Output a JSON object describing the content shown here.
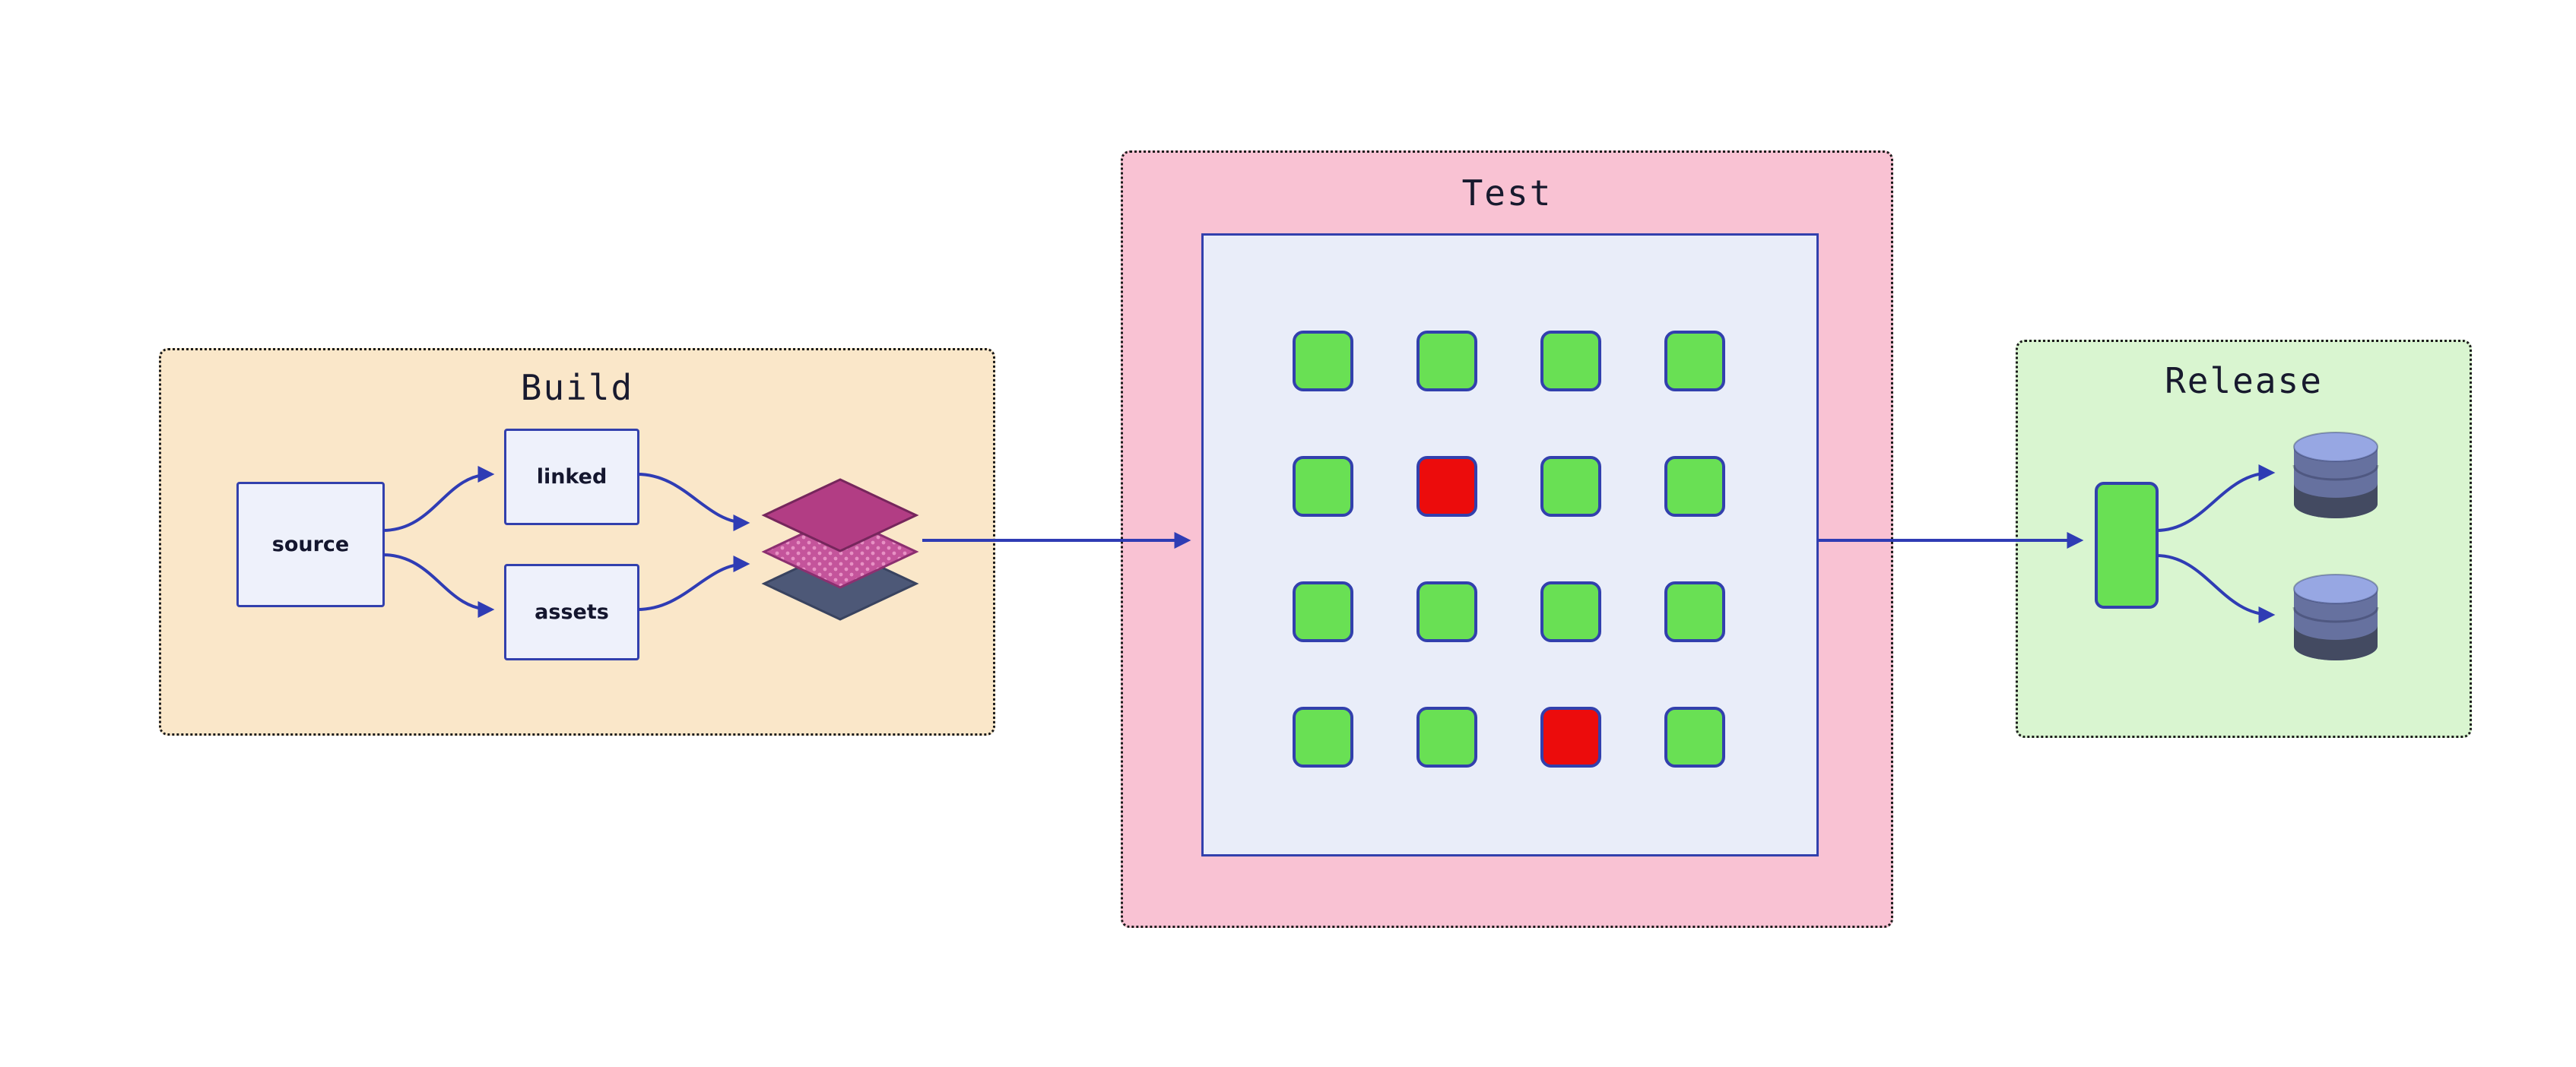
{
  "sections": {
    "build": {
      "label": "Build",
      "background": "#fae7c9",
      "nodes": [
        {
          "id": "source",
          "label": "source"
        },
        {
          "id": "linked",
          "label": "linked"
        },
        {
          "id": "assets",
          "label": "assets"
        }
      ],
      "icon": "layers-stack"
    },
    "test": {
      "label": "Test",
      "background": "#f9c2d3",
      "grid": {
        "rows": 4,
        "cols": 4,
        "statuses": [
          "green",
          "green",
          "green",
          "green",
          "green",
          "red",
          "green",
          "green",
          "green",
          "green",
          "green",
          "green",
          "green",
          "green",
          "red",
          "green"
        ],
        "colors": {
          "green": "#69e054",
          "red": "#ec0c0c"
        }
      }
    },
    "release": {
      "label": "Release",
      "background": "#d9f5d0",
      "targets": [
        "database-1",
        "database-2"
      ]
    }
  },
  "edges": [
    {
      "from": "source",
      "to": "linked"
    },
    {
      "from": "source",
      "to": "assets"
    },
    {
      "from": "linked",
      "to": "layers-stack"
    },
    {
      "from": "assets",
      "to": "layers-stack"
    },
    {
      "from": "build",
      "to": "test"
    },
    {
      "from": "test",
      "to": "release"
    },
    {
      "from": "release-artifact",
      "to": "database-1"
    },
    {
      "from": "release-artifact",
      "to": "database-2"
    }
  ],
  "colors": {
    "arrow": "#2f3cb4",
    "panel-border": "#1b1b1b",
    "title-color": "#181a2e",
    "node-border": "#3240ad",
    "node-fill": "#eef1fb",
    "board-fill": "#e9edf9",
    "pass-green": "#69e054",
    "fail-red": "#ec0c0c",
    "layer-top": "#b23d84",
    "layer-mid": "#c4549b",
    "layer-mid-dot": "#e791c4",
    "layer-bottom": "#4d5877",
    "db-top": "#97a7e3",
    "db-mid": "#66719f",
    "db-bottom": "#434a61"
  }
}
